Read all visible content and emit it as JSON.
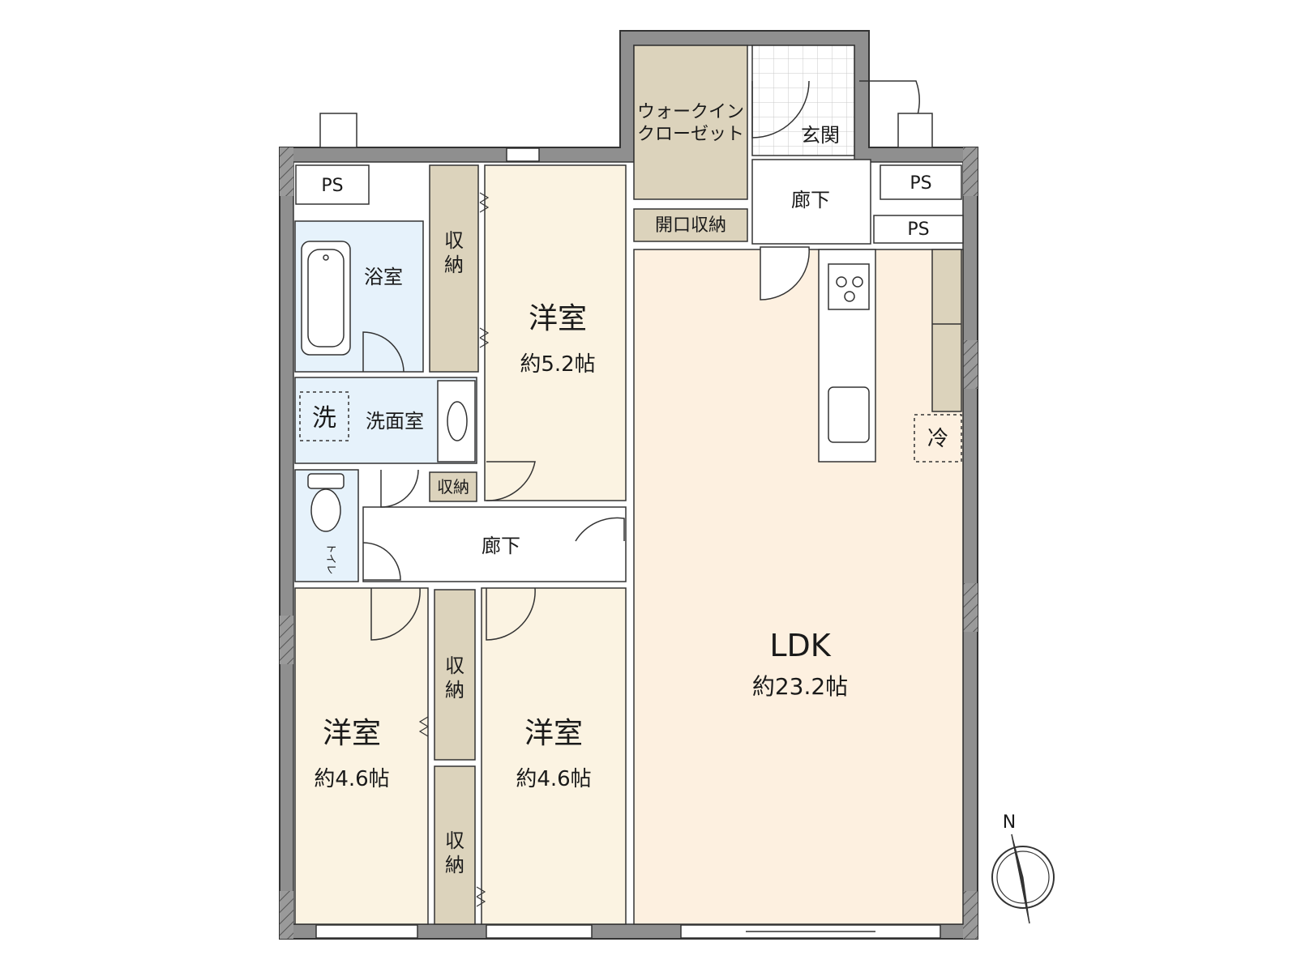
{
  "colors": {
    "wall": "#8a8a8a",
    "wall_dark": "#4a4a4a",
    "wet_room": "#e6f2fb",
    "bedroom": "#fbf3e2",
    "ldk": "#fdf0e0",
    "storage": "#dcd3bc",
    "corridor": "#ffffff",
    "entrance_tile": "#ffffff",
    "line": "#333333"
  },
  "rooms": {
    "walk_in_closet": "ウォークイン\nクローゼット",
    "entrance": "玄関",
    "hall_top": "廊下",
    "open_storage": "開口収納",
    "ps_left": "PS",
    "ps_right_1": "PS",
    "ps_right_2": "PS",
    "bathroom": "浴室",
    "storage_1": "収\n納",
    "bedroom_1": {
      "name": "洋室",
      "size": "約5.2帖"
    },
    "washroom": "洗面室",
    "washer": "洗",
    "storage_small": "収納",
    "toilet": "トイレ",
    "hall_mid": "廊下",
    "ldk": {
      "name": "LDK",
      "size": "約23.2帖"
    },
    "fridge": "冷",
    "storage_2": "収\n納",
    "storage_3": "収\n納",
    "bedroom_2": {
      "name": "洋室",
      "size": "約4.6帖"
    },
    "bedroom_3": {
      "name": "洋室",
      "size": "約4.6帖"
    }
  },
  "compass": {
    "north": "N"
  }
}
